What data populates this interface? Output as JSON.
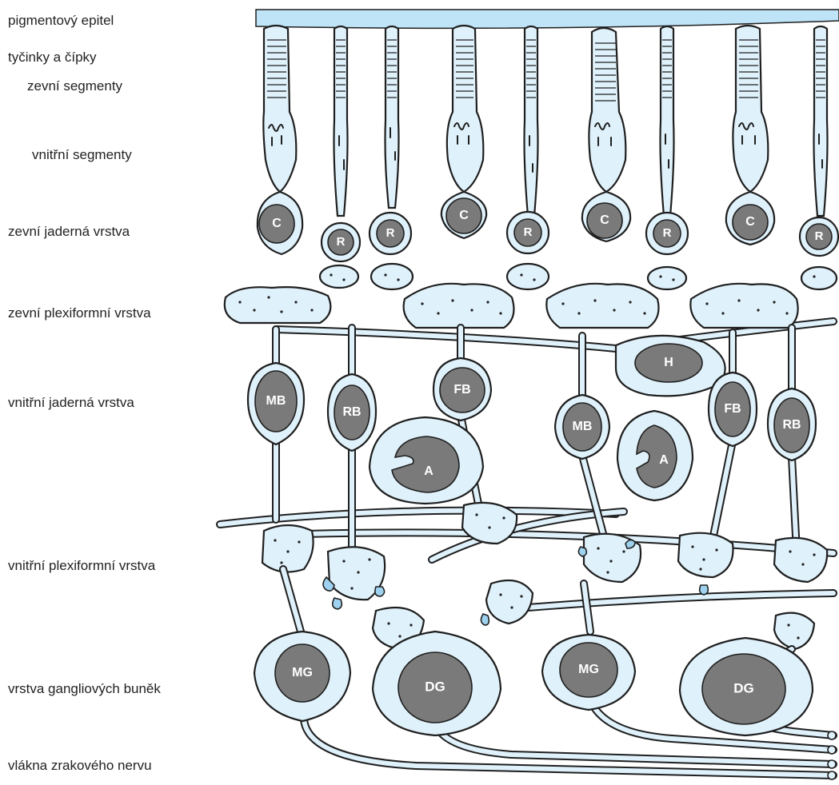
{
  "layers": [
    {
      "id": "pigment",
      "label": "pigmentový epitel"
    },
    {
      "id": "rods-cones",
      "label": "tyčinky a čípky"
    },
    {
      "id": "outer-segments",
      "label": "zevní segmenty"
    },
    {
      "id": "inner-segments",
      "label": "vnitřní segmenty"
    },
    {
      "id": "onl",
      "label": "zevní jaderná vrstva"
    },
    {
      "id": "opl",
      "label": "zevní plexiformní vrstva"
    },
    {
      "id": "inl",
      "label": "vnitřní jaderná vrstva"
    },
    {
      "id": "ipl",
      "label": "vnitřní plexiformní vrstva"
    },
    {
      "id": "gcl",
      "label": "vrstva gangliových buněk"
    },
    {
      "id": "nfl",
      "label": "vlákna zrakového nervu"
    }
  ],
  "cell_labels": {
    "cone": "C",
    "rod": "R",
    "horizontal": "H",
    "midget_bipolar": "MB",
    "rod_bipolar": "RB",
    "flat_bipolar": "FB",
    "amacrine": "A",
    "midget_ganglion": "MG",
    "diffuse_ganglion": "DG"
  },
  "colors": {
    "cell_fill": "#dff1fb",
    "pigment_epithelium": "#bfe3f7",
    "nucleus": "#7a7a7a",
    "outline": "#1f1f1f",
    "terminal_accent": "#9fd2ef"
  }
}
